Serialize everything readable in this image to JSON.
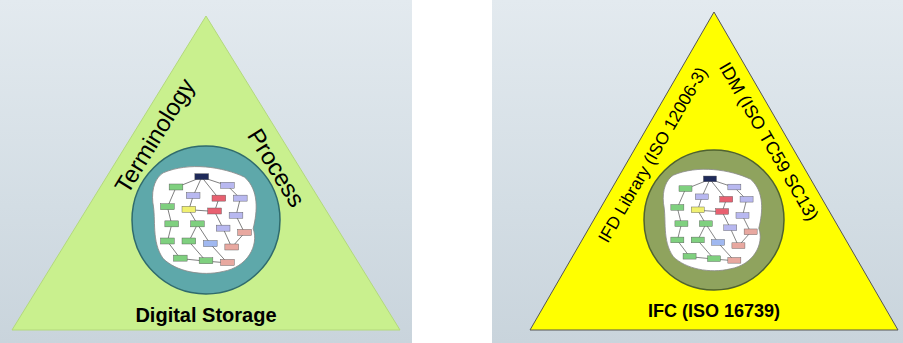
{
  "diagram": {
    "nodes": [
      {
        "text": [
          "Terminology",
          "Process",
          "Digital Storage"
        ]
      },
      {
        "text": [
          "IFD Library (ISO 12006-3)",
          "IDM (ISO TC59 SC13)",
          "IFC (ISO 16739)"
        ]
      }
    ]
  }
}
